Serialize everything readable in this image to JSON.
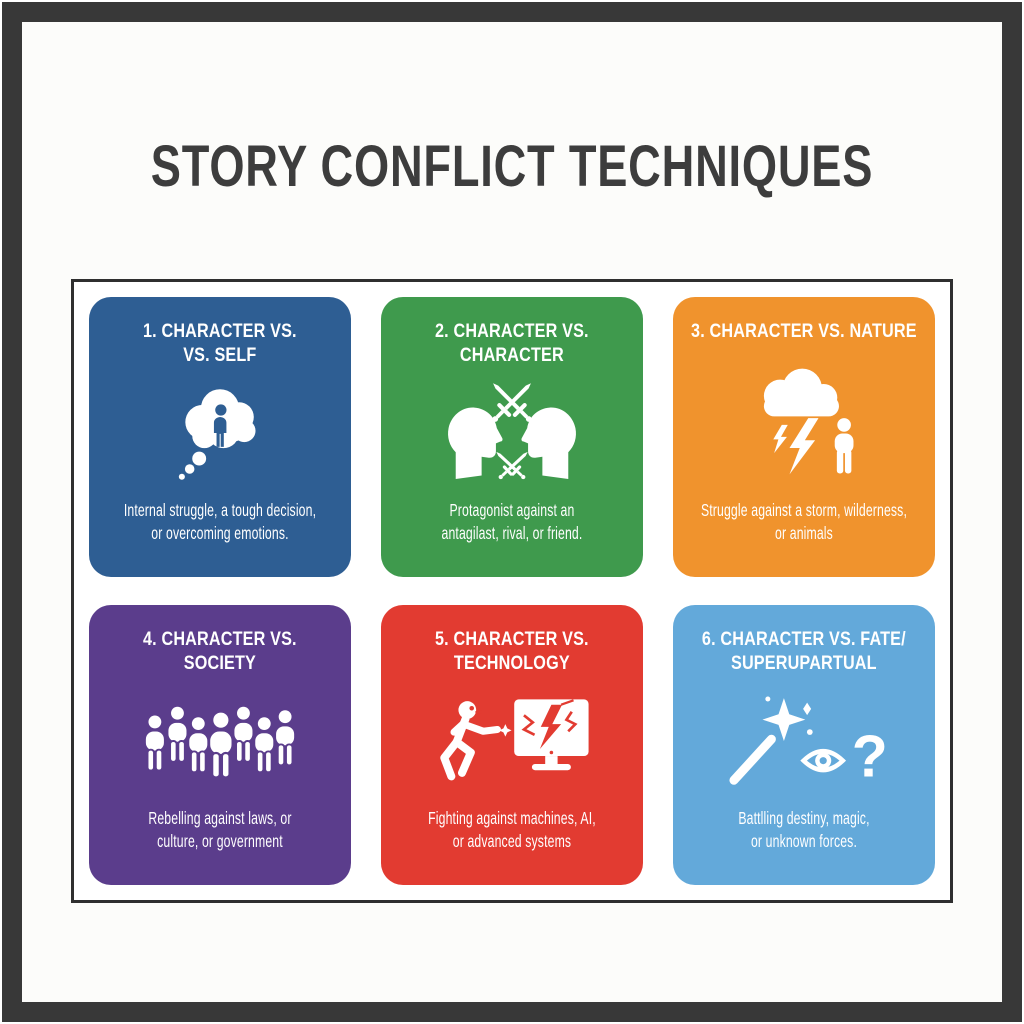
{
  "title": "STORY CONFLICT TECHNIQUES",
  "frame": {
    "outer_border_color": "#383838",
    "inner_border_color": "#2f2f2f",
    "background_color": "#fcfcfa",
    "title_color": "#3d3d3d"
  },
  "cards": [
    {
      "number": 1,
      "color": "#2e5e93",
      "icon": "thought-bubble-person-icon",
      "title": "1. CHARACTER VS.\nVS. SELF",
      "description": "Internal struggle, a tough decision,\nor overcoming emotions."
    },
    {
      "number": 2,
      "color": "#3f9a4d",
      "icon": "heads-crossed-swords-icon",
      "title": "2. CHARACTER VS.\nCHARACTER",
      "description": "Protagonist against an\nantagilast, rival, or friend."
    },
    {
      "number": 3,
      "color": "#f0932d",
      "icon": "storm-cloud-person-icon",
      "title": "3. CHARACTER VS. NATURE",
      "description": "Struggle against a storm, wilderness,\nor animals"
    },
    {
      "number": 4,
      "color": "#5b3d8c",
      "icon": "crowd-icon",
      "title": "4. CHARACTER VS.\nSOCIETY",
      "description": "Rebelling against laws, or\nculture, or government"
    },
    {
      "number": 5,
      "color": "#e23b31",
      "icon": "runner-broken-monitor-icon",
      "title": "5. CHARACTER VS.\nTECHNOLOGY",
      "description": "Fighting against machines, AI,\nor advanced systems"
    },
    {
      "number": 6,
      "color": "#63a9da",
      "icon": "wand-eye-question-icon",
      "title": "6. CHARACTER VS. FATE/\nSUPERUPARTUAL",
      "description": "Battlling destiny, magic,\nor unknown forces."
    }
  ]
}
